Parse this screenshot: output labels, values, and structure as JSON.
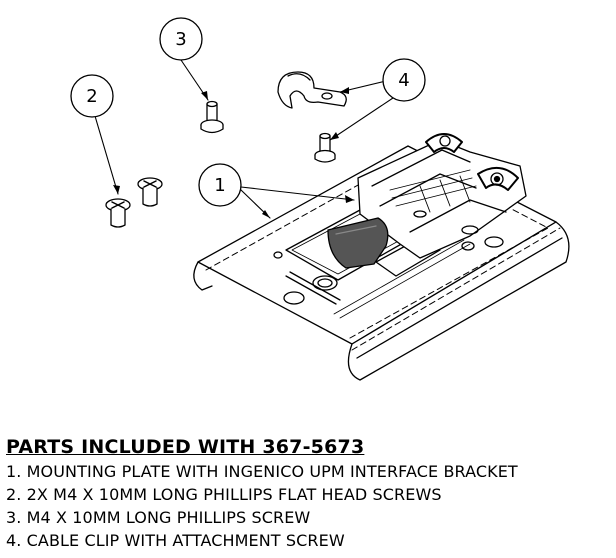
{
  "callouts": [
    {
      "number": "1"
    },
    {
      "number": "2"
    },
    {
      "number": "3"
    },
    {
      "number": "4"
    }
  ],
  "parts": {
    "title": "PARTS INCLUDED WITH 367-5673",
    "items": [
      "1. MOUNTING PLATE WITH INGENICO UPM INTERFACE BRACKET",
      "2. 2X M4 X 10MM LONG PHILLIPS FLAT HEAD SCREWS",
      "3. M4 X 10MM LONG PHILLIPS SCREW",
      "4. CABLE CLIP WITH ATTACHMENT SCREW"
    ]
  }
}
